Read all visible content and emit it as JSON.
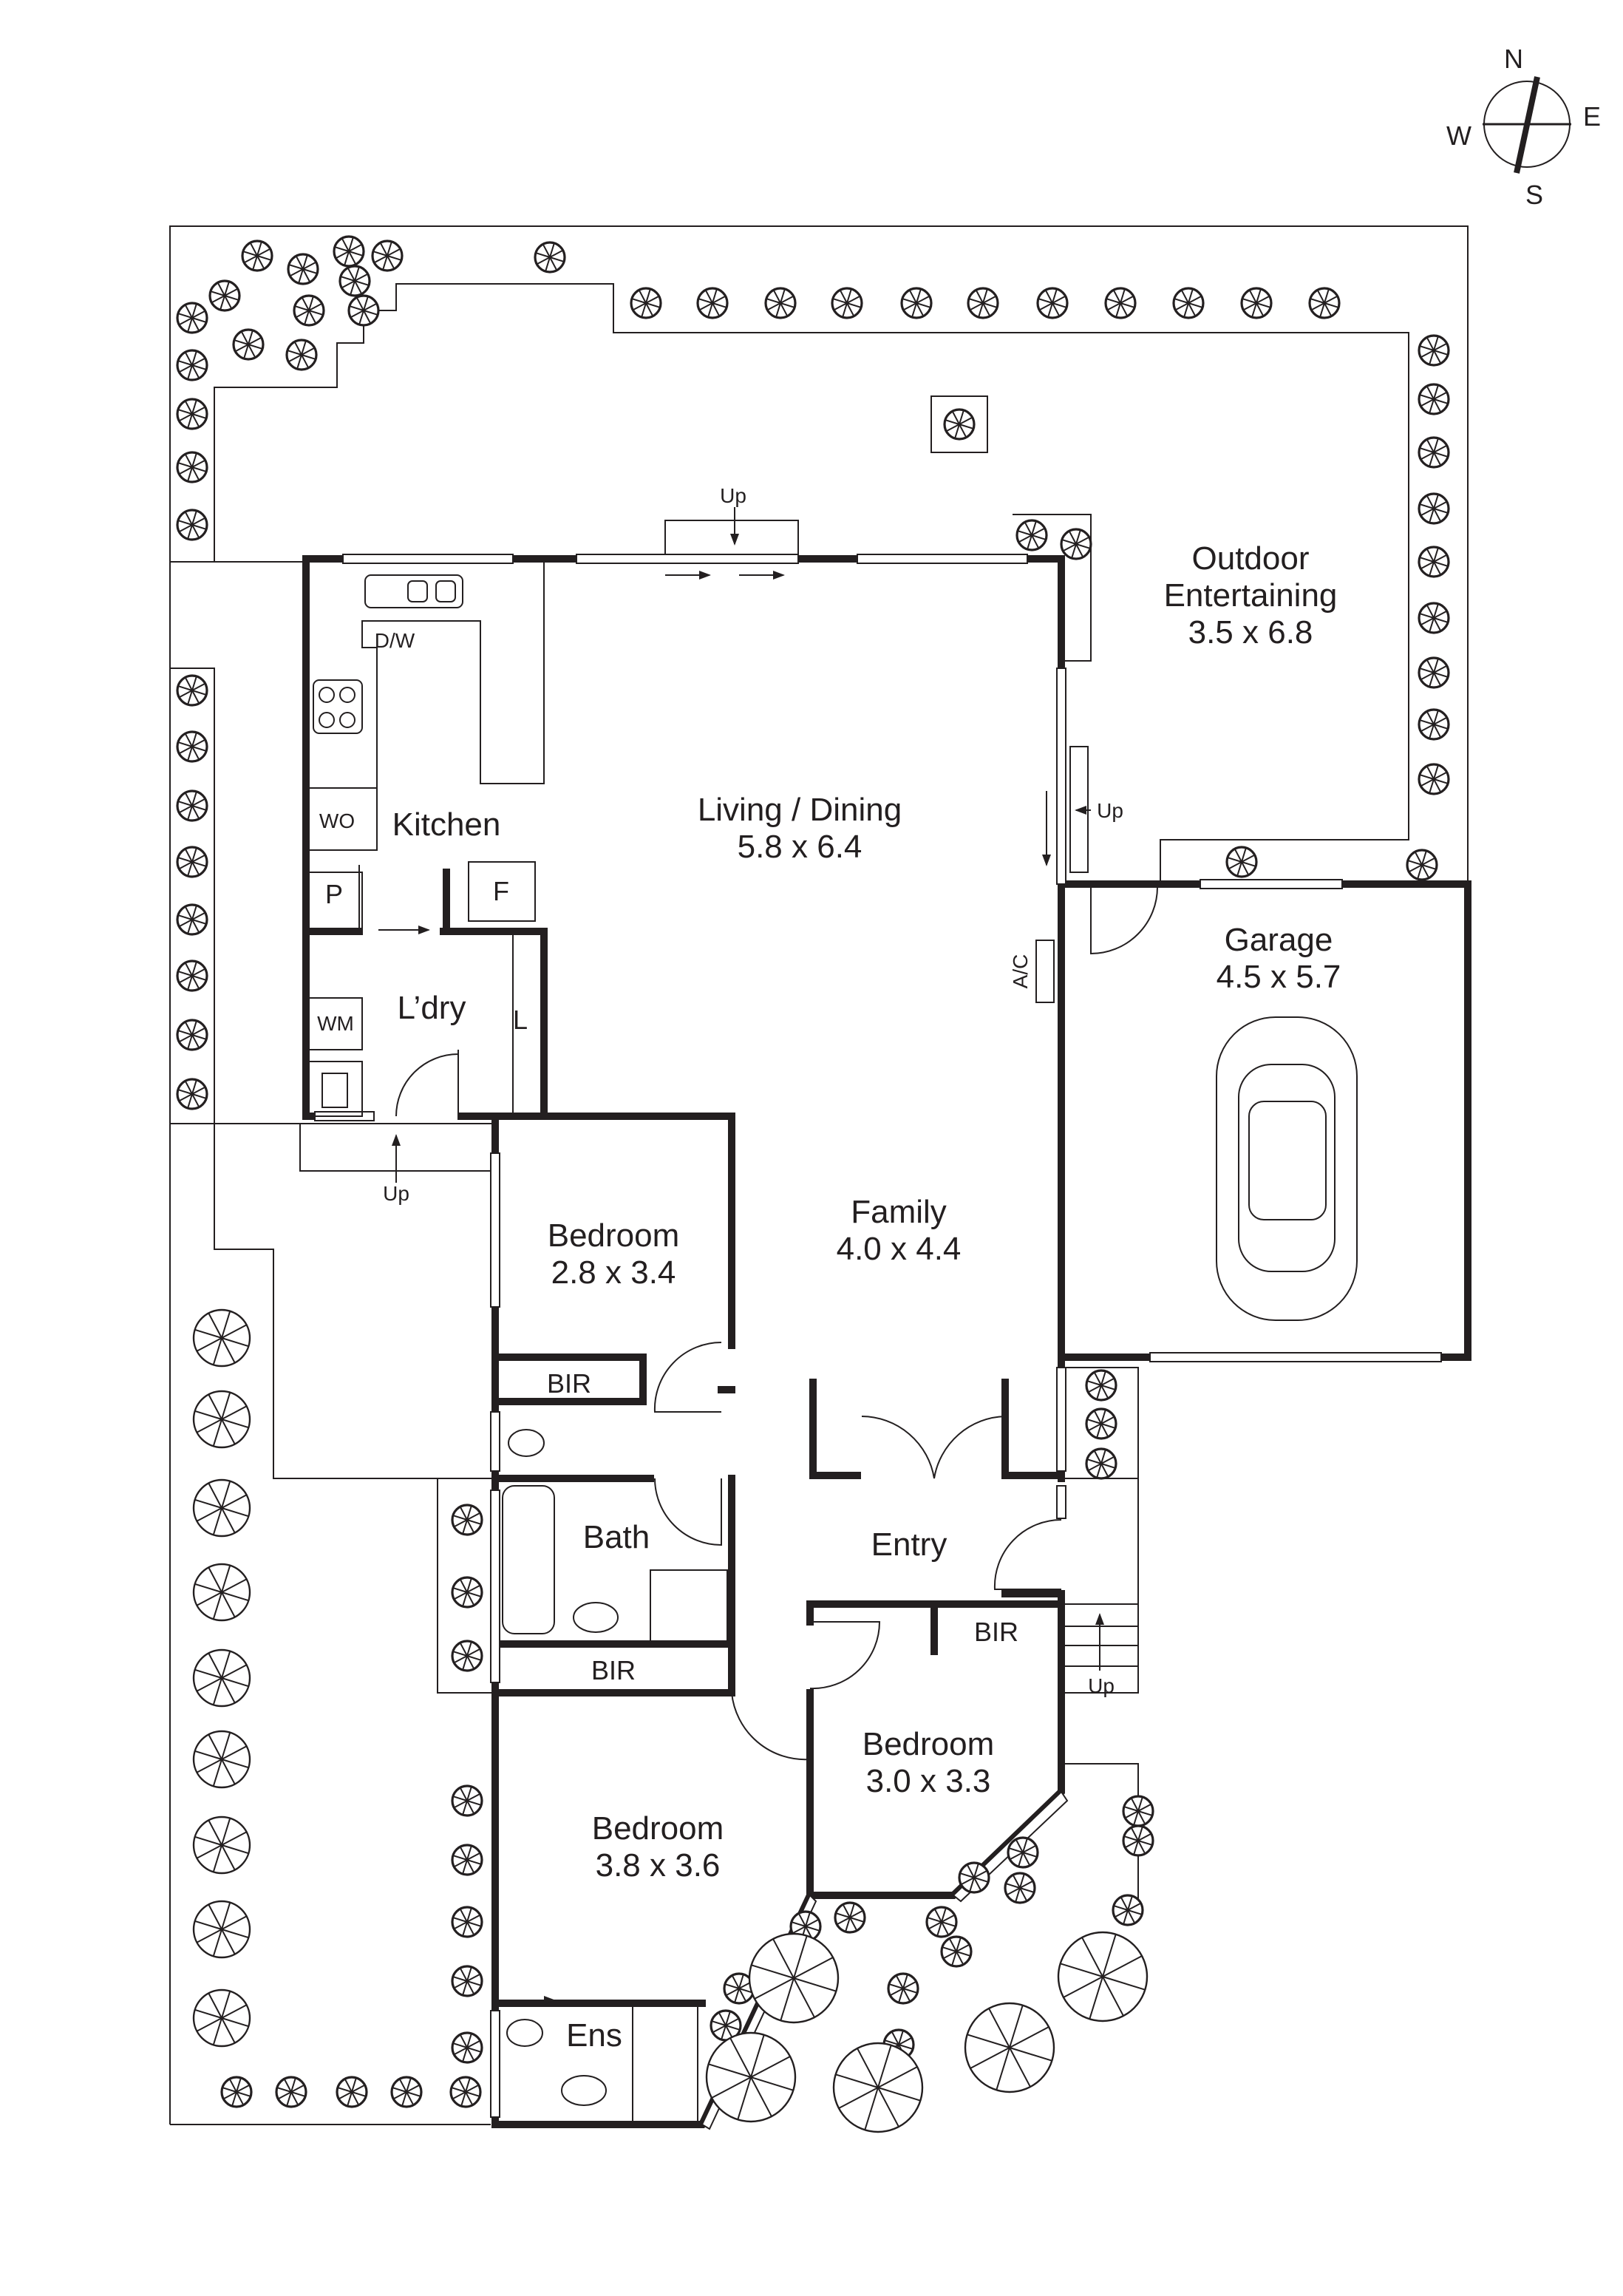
{
  "compass": {
    "n": "N",
    "e": "E",
    "s": "S",
    "w": "W"
  },
  "rooms": {
    "outdoor": {
      "name": "Outdoor",
      "name2": "Entertaining",
      "dims": "3.5 x 6.8"
    },
    "living": {
      "name": "Living / Dining",
      "dims": "5.8 x 6.4"
    },
    "kitchen": {
      "name": "Kitchen"
    },
    "laundry": {
      "name": "L’dry"
    },
    "garage": {
      "name": "Garage",
      "dims": "4.5 x 5.7"
    },
    "family": {
      "name": "Family",
      "dims": "4.0 x 4.4"
    },
    "bedroom1": {
      "name": "Bedroom",
      "dims": "2.8 x 3.4"
    },
    "bath": {
      "name": "Bath"
    },
    "entry": {
      "name": "Entry"
    },
    "bedroom2": {
      "name": "Bedroom",
      "dims": "3.0 x 3.3"
    },
    "bedroom3": {
      "name": "Bedroom",
      "dims": "3.8 x 3.6"
    },
    "ensuite": {
      "name": "Ens"
    }
  },
  "fixtures": {
    "dw": "D/W",
    "wo": "WO",
    "pantry": "P",
    "fridge": "F",
    "wm": "WM",
    "linen": "L",
    "ac": "A/C",
    "bir1": "BIR",
    "bir2": "BIR",
    "bir3": "BIR"
  },
  "stairs": {
    "up1": "Up",
    "up2": "Up",
    "up3": "Up",
    "up4": "Up"
  },
  "icons": [
    "compass-icon",
    "tree-icon",
    "car-icon",
    "sink-icon",
    "cooktop-icon",
    "toilet-icon",
    "bathtub-icon",
    "shower-icon"
  ]
}
